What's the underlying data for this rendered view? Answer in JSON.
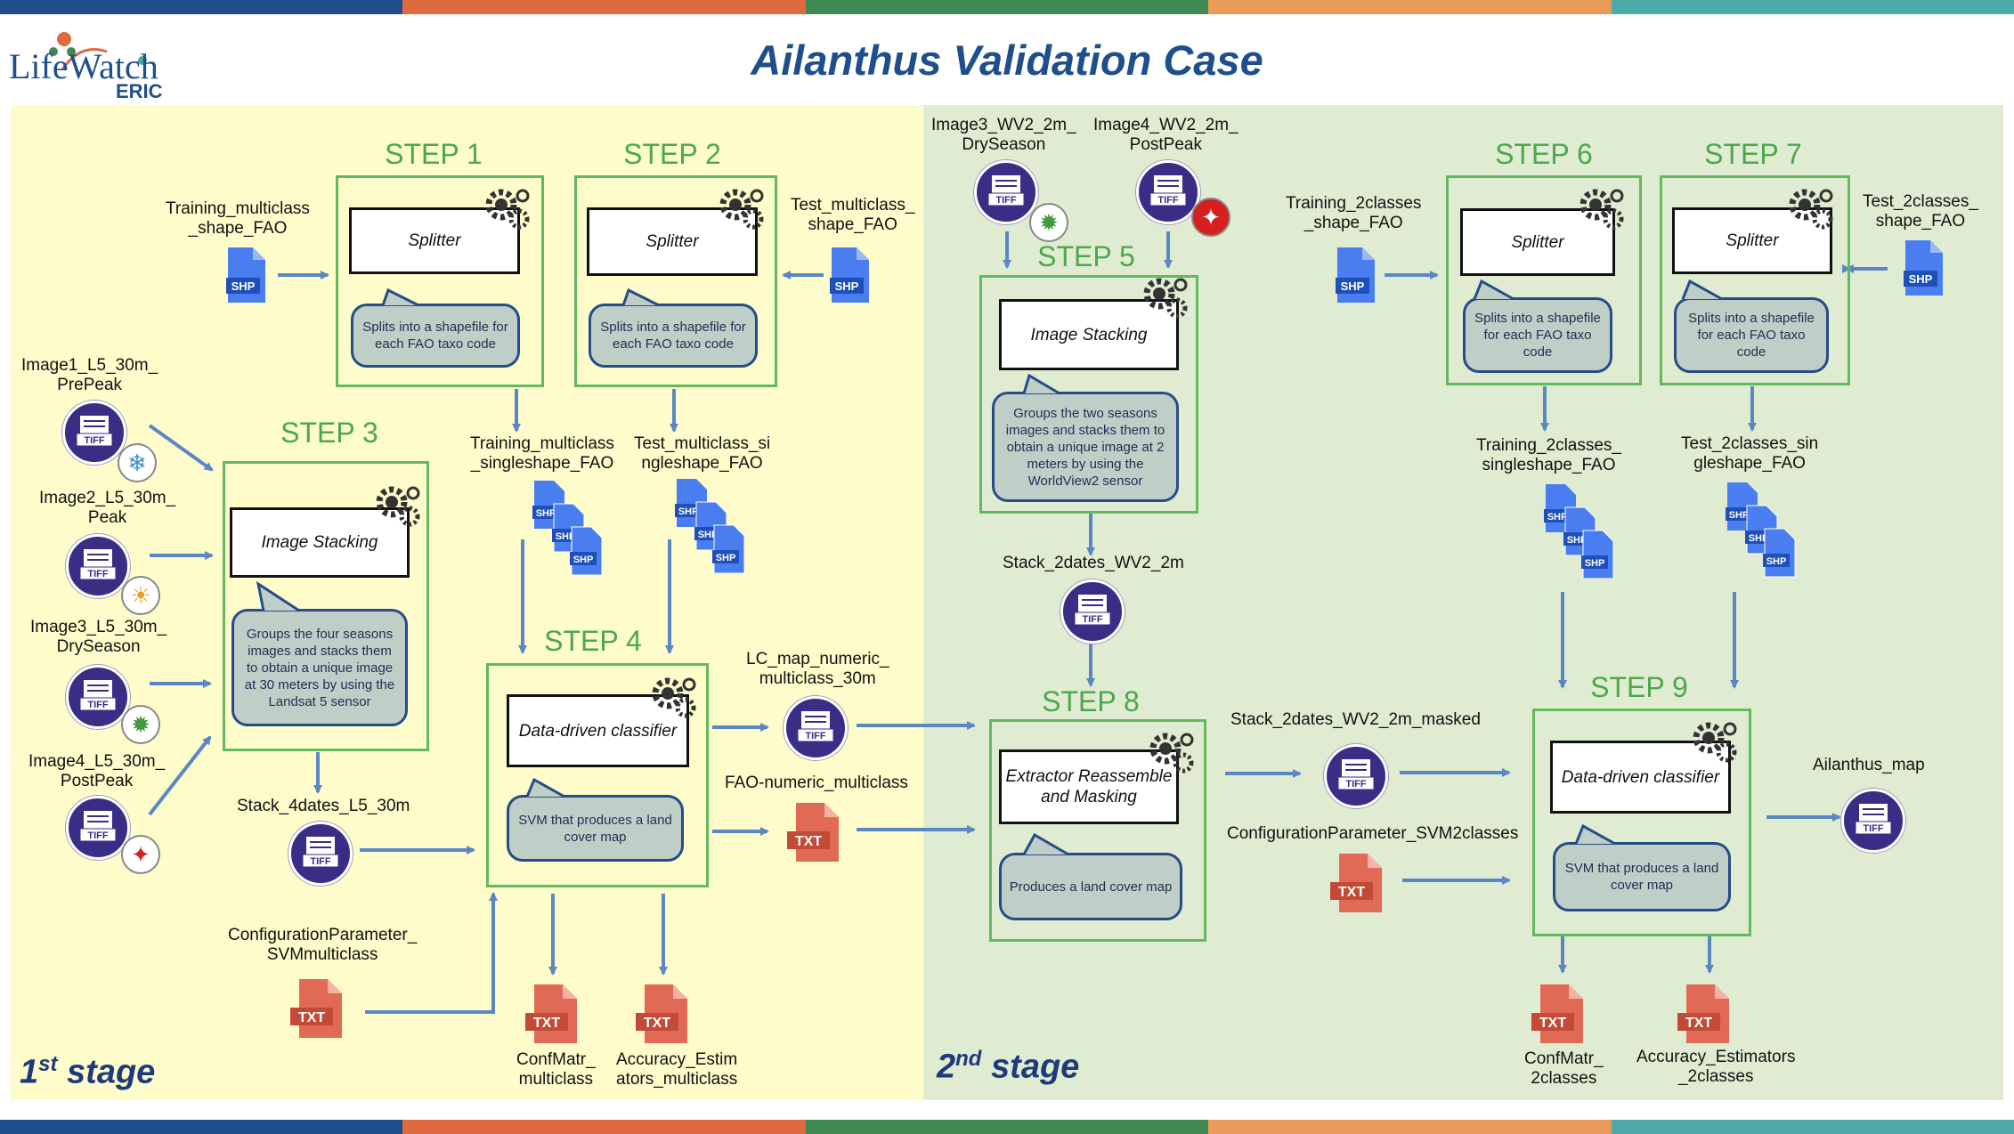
{
  "header": {
    "title": "Ailanthus Validation Case",
    "logo_text": "LifeWatch",
    "logo_sub": "ERIC"
  },
  "colors": {
    "stage1_bg": "#fdfcca",
    "stage2_bg": "#e0ecd2",
    "step_green": "#4ca84c",
    "arrow_blue": "#5b87c5",
    "tiff_purple": "#3a2d86",
    "shp_blue": "#4a7ef0",
    "txt_red": "#e06a55",
    "band": [
      "#1f4e8c",
      "#e06a40",
      "#3f8a54",
      "#ea9b5a",
      "#4eaaa9"
    ]
  },
  "stages": {
    "first": {
      "num": "1",
      "sup": "st",
      "word": "stage"
    },
    "second": {
      "num": "2",
      "sup": "nd",
      "word": "stage"
    }
  },
  "steps": {
    "s1": {
      "title": "STEP 1",
      "process": "Splitter",
      "note": "Splits into a shapefile for each FAO taxo code"
    },
    "s2": {
      "title": "STEP 2",
      "process": "Splitter",
      "note": "Splits into a shapefile for each FAO taxo code"
    },
    "s3": {
      "title": "STEP 3",
      "process": "Image Stacking",
      "note": "Groups the four seasons images and stacks them to obtain a unique image at 30 meters by using the Landsat 5 sensor"
    },
    "s4": {
      "title": "STEP 4",
      "process": "Data-driven classifier",
      "note": "SVM that produces a land cover map"
    },
    "s5": {
      "title": "STEP 5",
      "process": "Image Stacking",
      "note": "Groups the two seasons images and stacks them to obtain a unique image at 2 meters by using the WorldView2 sensor"
    },
    "s6": {
      "title": "STEP 6",
      "process": "Splitter",
      "note": "Splits into a shapefile for each FAO taxo code"
    },
    "s7": {
      "title": "STEP 7",
      "process": "Splitter",
      "note": "Splits into a shapefile for each FAO taxo code"
    },
    "s8": {
      "title": "STEP 8",
      "process": "Extractor Reassemble and Masking",
      "note": "Produces a land cover map"
    },
    "s9": {
      "title": "STEP 9",
      "process": "Data-driven classifier",
      "note": "SVM that produces a land cover map"
    }
  },
  "file_icons": {
    "tiff": "TIFF",
    "shp": "SHP",
    "txt": "TXT"
  },
  "labels": {
    "training_multiclass_shape": "Training_multiclass\n_shape_FAO",
    "test_multiclass_shape": "Test_multiclass_\nshape_FAO",
    "image1": "Image1_L5_30m_\nPrePeak",
    "image2": "Image2_L5_30m_\nPeak",
    "image3": "Image3_L5_30m_\nDrySeason",
    "image4": "Image4_L5_30m_\nPostPeak",
    "training_multiclass_single": "Training_multiclass\n_singleshape_FAO",
    "test_multiclass_single": "Test_multiclass_si\nngleshape_FAO",
    "stack_4dates": "Stack_4dates_L5_30m",
    "config_svm_multi": "ConfigurationParameter_\nSVMmulticlass",
    "lc_map": "LC_map_numeric_\nmulticlass_30m",
    "fao_numeric": "FAO-numeric_multiclass",
    "confmatr_multi": "ConfMatr_\nmulticlass",
    "accuracy_multi": "Accuracy_Estim\nators_multiclass",
    "image3_wv2": "Image3_WV2_2m_\nDrySeason",
    "image4_wv2": "Image4_WV2_2m_\nPostPeak",
    "stack_2dates": "Stack_2dates_WV2_2m",
    "training_2classes_shape": "Training_2classes\n_shape_FAO",
    "test_2classes_shape": "Test_2classes_\nshape_FAO",
    "training_2classes_single": "Training_2classes_\nsingleshape_FAO",
    "test_2classes_single": "Test_2classes_sin\ngleshape_FAO",
    "stack_masked": "Stack_2dates_WV2_2m_masked",
    "config_svm_2": "ConfigurationParameter_SVM2classes",
    "ailanthus_map": "Ailanthus_map",
    "confmatr_2": "ConfMatr_\n2classes",
    "accuracy_2": "Accuracy_Estimators\n_2classes"
  },
  "season_badges": {
    "prepeak": "snowflake-icon",
    "peak": "sun-icon",
    "dryseason": "green-sun-icon",
    "postpeak": "maple-leaf-icon"
  }
}
